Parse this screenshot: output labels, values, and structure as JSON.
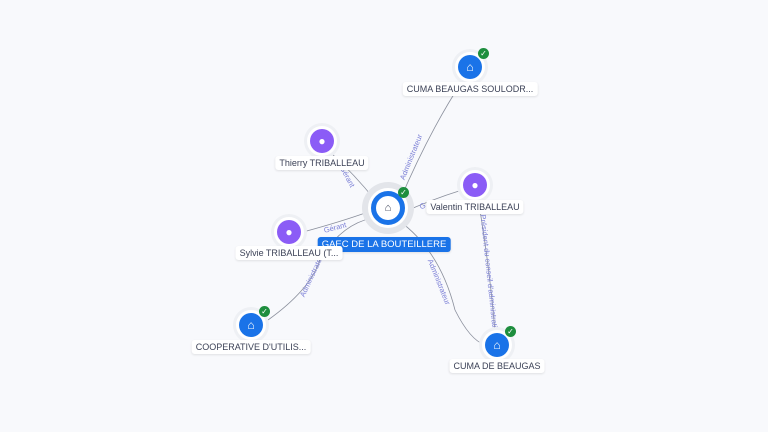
{
  "center": {
    "label": "GAEC DE LA BOUTEILLERE",
    "icon": "building-icon"
  },
  "nodes": [
    {
      "id": "cuma-soulodre",
      "label": "CUMA BEAUGAS SOULODR...",
      "type": "company"
    },
    {
      "id": "thierry",
      "label": "Thierry TRIBALLEAU",
      "type": "person"
    },
    {
      "id": "valentin",
      "label": "Valentin TRIBALLEAU",
      "type": "person"
    },
    {
      "id": "sylvie",
      "label": "Sylvie TRIBALLEAU (T...",
      "type": "person"
    },
    {
      "id": "cooperative",
      "label": "COOPERATIVE D'UTILIS...",
      "type": "company"
    },
    {
      "id": "cuma-beaugas",
      "label": "CUMA DE BEAUGAS",
      "type": "company"
    }
  ],
  "edges": [
    {
      "label": "Administrateur"
    },
    {
      "label": "Gérant"
    },
    {
      "label": "Gérant"
    },
    {
      "label": "G..."
    },
    {
      "label": "Administrateur"
    },
    {
      "label": "Administrateur"
    },
    {
      "label": "Président du conseil d'administration"
    }
  ],
  "colors": {
    "accent": "#1a73e8",
    "person": "#8b5cf6",
    "verified": "#1e8e3e",
    "edge_label": "#7b7fd6"
  }
}
